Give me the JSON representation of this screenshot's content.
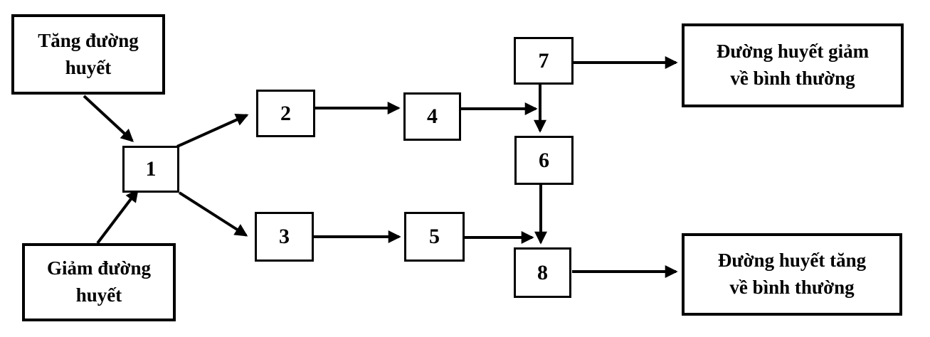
{
  "diagram": {
    "title": "Blood glucose regulation flowchart",
    "colors": {
      "line": "#000000",
      "background": "#ffffff",
      "text": "#000000"
    },
    "nodes": {
      "hyperglycemia": {
        "line1": "Tăng đường",
        "line2": "huyết"
      },
      "hypoglycemia": {
        "line1": "Giảm đường",
        "line2": "huyết"
      },
      "n1": {
        "label": "1"
      },
      "n2": {
        "label": "2"
      },
      "n3": {
        "label": "3"
      },
      "n4": {
        "label": "4"
      },
      "n5": {
        "label": "5"
      },
      "n6": {
        "label": "6"
      },
      "n7": {
        "label": "7"
      },
      "n8": {
        "label": "8"
      },
      "glucose_falls_to_normal": {
        "line1": "Đường huyết giảm",
        "line2": "về bình thường"
      },
      "glucose_rises_to_normal": {
        "line1": "Đường huyết tăng",
        "line2": "về bình thường"
      }
    },
    "edges": [
      {
        "from": "hyperglycemia",
        "to": "1"
      },
      {
        "from": "hypoglycemia",
        "to": "1"
      },
      {
        "from": "1",
        "to": "2"
      },
      {
        "from": "1",
        "to": "3"
      },
      {
        "from": "2",
        "to": "4"
      },
      {
        "from": "4",
        "to": "6-junction"
      },
      {
        "from": "7",
        "to": "glucose_falls_to_normal"
      },
      {
        "from": "7",
        "to": "6"
      },
      {
        "from": "6",
        "to": "8"
      },
      {
        "from": "3",
        "to": "5"
      },
      {
        "from": "5",
        "to": "8-junction"
      },
      {
        "from": "8",
        "to": "glucose_rises_to_normal"
      }
    ]
  }
}
